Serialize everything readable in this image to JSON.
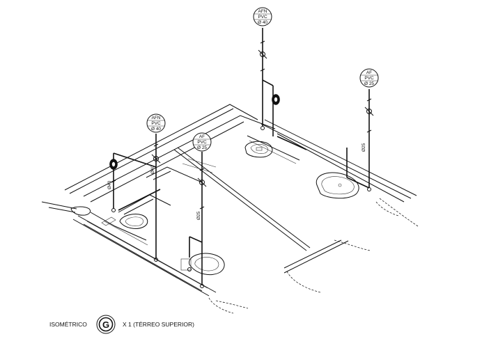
{
  "tags": [
    {
      "id": "afn-top",
      "line1": "AFN",
      "line2": "PVC",
      "line3": "Ø 40"
    },
    {
      "id": "af-right",
      "line1": "AF",
      "line2": "PVC",
      "line3": "Ø 25"
    },
    {
      "id": "afn-left",
      "line1": "AFN",
      "line2": "PVC",
      "line3": "Ø 40"
    },
    {
      "id": "af-center",
      "line1": "AF",
      "line2": "PVC",
      "line3": "Ø 25"
    }
  ],
  "dims": {
    "left_pipe": "Ø40",
    "mid_pipe": "Ø40",
    "center_pipe": "Ø25",
    "right_pipe": "Ø25"
  },
  "legend": {
    "prefix": "ISOMÉTRICO",
    "badge": "G",
    "suffix": "X 1 (TÉRREO SUPERIOR)"
  }
}
